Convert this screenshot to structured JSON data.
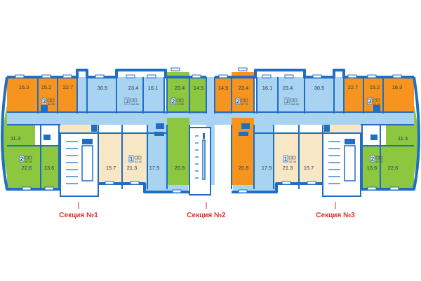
{
  "colors": {
    "wall": "#1f6ec4",
    "orange": "#f7941d",
    "blue": "#a8d4f2",
    "green": "#8dc63f",
    "beige": "#f8e7c4",
    "white": "#ffffff",
    "stair": "#ffffff",
    "label": "#2a3a55",
    "section": "#d8322a"
  },
  "rooms": [
    {
      "id": "r1",
      "color": "orange",
      "label": "16.3",
      "shape": "rect"
    },
    {
      "id": "r2",
      "color": "orange",
      "label": "15.2",
      "shape": "rect"
    },
    {
      "id": "r3",
      "color": "orange",
      "label": "22.7",
      "shape": "rect"
    },
    {
      "id": "r4",
      "color": "blue",
      "label": "30.5",
      "shape": "rect"
    },
    {
      "id": "r5",
      "color": "blue",
      "label": "23.4",
      "shape": "rect"
    },
    {
      "id": "r6",
      "color": "blue",
      "label": "16.1",
      "shape": "rect"
    },
    {
      "id": "r7",
      "color": "green",
      "label": "23.4",
      "shape": "rect"
    },
    {
      "id": "r8",
      "color": "green",
      "label": "14.5",
      "shape": "rect"
    },
    {
      "id": "r9",
      "color": "orange",
      "label": "14.5",
      "shape": "rect"
    },
    {
      "id": "r10",
      "color": "orange",
      "label": "23.4",
      "shape": "rect"
    },
    {
      "id": "r11",
      "color": "blue",
      "label": "16.1",
      "shape": "rect"
    },
    {
      "id": "r12",
      "color": "blue",
      "label": "23.4",
      "shape": "rect"
    },
    {
      "id": "r13",
      "color": "blue",
      "label": "30.5",
      "shape": "rect"
    },
    {
      "id": "r14",
      "color": "orange",
      "label": "22.7",
      "shape": "rect"
    },
    {
      "id": "r15",
      "color": "orange",
      "label": "15.2",
      "shape": "rect"
    },
    {
      "id": "r16",
      "color": "orange",
      "label": "16.3",
      "shape": "rect"
    },
    {
      "id": "r17",
      "color": "green",
      "label": "11.3",
      "shape": "rect"
    },
    {
      "id": "r18",
      "color": "green",
      "label": "22.6",
      "shape": "rect"
    },
    {
      "id": "r19",
      "color": "green",
      "label": "13.6",
      "shape": "rect"
    },
    {
      "id": "r20",
      "color": "beige",
      "label": "15.7",
      "shape": "rect"
    },
    {
      "id": "r21",
      "color": "beige",
      "label": "21.3",
      "shape": "rect"
    },
    {
      "id": "r22",
      "color": "blue",
      "label": "17.5",
      "shape": "rect"
    },
    {
      "id": "r23",
      "color": "green",
      "label": "20.8",
      "shape": "rect"
    },
    {
      "id": "r24",
      "color": "orange",
      "label": "20.8",
      "shape": "rect"
    },
    {
      "id": "r25",
      "color": "blue",
      "label": "17.5",
      "shape": "rect"
    },
    {
      "id": "r26",
      "color": "beige",
      "label": "21.3",
      "shape": "rect"
    },
    {
      "id": "r27",
      "color": "beige",
      "label": "15.7",
      "shape": "rect"
    },
    {
      "id": "r28",
      "color": "green",
      "label": "13.6",
      "shape": "rect"
    },
    {
      "id": "r29",
      "color": "green",
      "label": "22.6",
      "shape": "rect"
    },
    {
      "id": "r30",
      "color": "green",
      "label": "11.3",
      "shape": "rect"
    }
  ],
  "apartment_badges": [
    {
      "rooms": "3",
      "total": "66.30"
    },
    {
      "rooms": "3",
      "total": "108.90"
    },
    {
      "rooms": "2",
      "total": "67.20"
    },
    {
      "rooms": "2",
      "total": "67.20"
    },
    {
      "rooms": "3",
      "total": "108.90"
    },
    {
      "rooms": "3",
      "total": "66.30"
    },
    {
      "rooms": "2",
      "total": "67.50"
    },
    {
      "rooms": "1",
      "total": "52.40"
    },
    {
      "rooms": "1",
      "total": "52.40"
    },
    {
      "rooms": "2",
      "total": "67.50"
    }
  ],
  "sections": [
    {
      "label": "Секция №1"
    },
    {
      "label": "Секция №2"
    },
    {
      "label": "Секция №3"
    }
  ]
}
